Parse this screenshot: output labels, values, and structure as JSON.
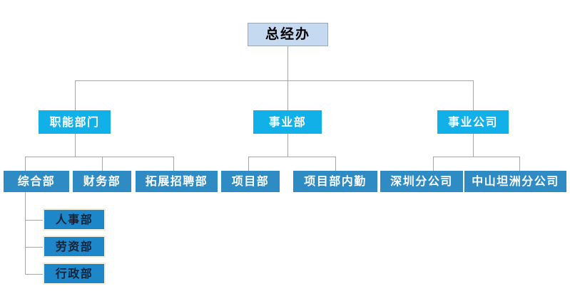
{
  "chart_title": "",
  "org_chart": {
    "type": "tree",
    "orientation": "top-down",
    "colors": {
      "root_fill": "#c5d9f1",
      "root_border": "#9aa7b4",
      "root_text": "#000000",
      "level2_fill": "#12b0e8",
      "level2_text": "#ffffff",
      "level3_fill": "#2e8bc4",
      "level3_text": "#ffffff",
      "level4_fill": "#1d87c9",
      "level4_border": "#f2efd8",
      "level4_text": "#11243a",
      "connector": "#a6a6a6",
      "background": "#ffffff"
    },
    "root": {
      "label": "总经办"
    },
    "branches": [
      {
        "label": "职能部门",
        "children": [
          {
            "label": "综合部",
            "children": [
              {
                "label": "人事部"
              },
              {
                "label": "劳资部"
              },
              {
                "label": "行政部"
              }
            ]
          },
          {
            "label": "财务部",
            "children": []
          },
          {
            "label": "拓展招聘部",
            "children": []
          }
        ]
      },
      {
        "label": "事业部",
        "children": [
          {
            "label": "项目部",
            "children": []
          },
          {
            "label": "项目部内勤",
            "children": []
          }
        ]
      },
      {
        "label": "事业公司",
        "children": [
          {
            "label": "深圳分公司",
            "children": []
          },
          {
            "label": "中山坦洲分公司",
            "children": []
          }
        ]
      }
    ]
  }
}
